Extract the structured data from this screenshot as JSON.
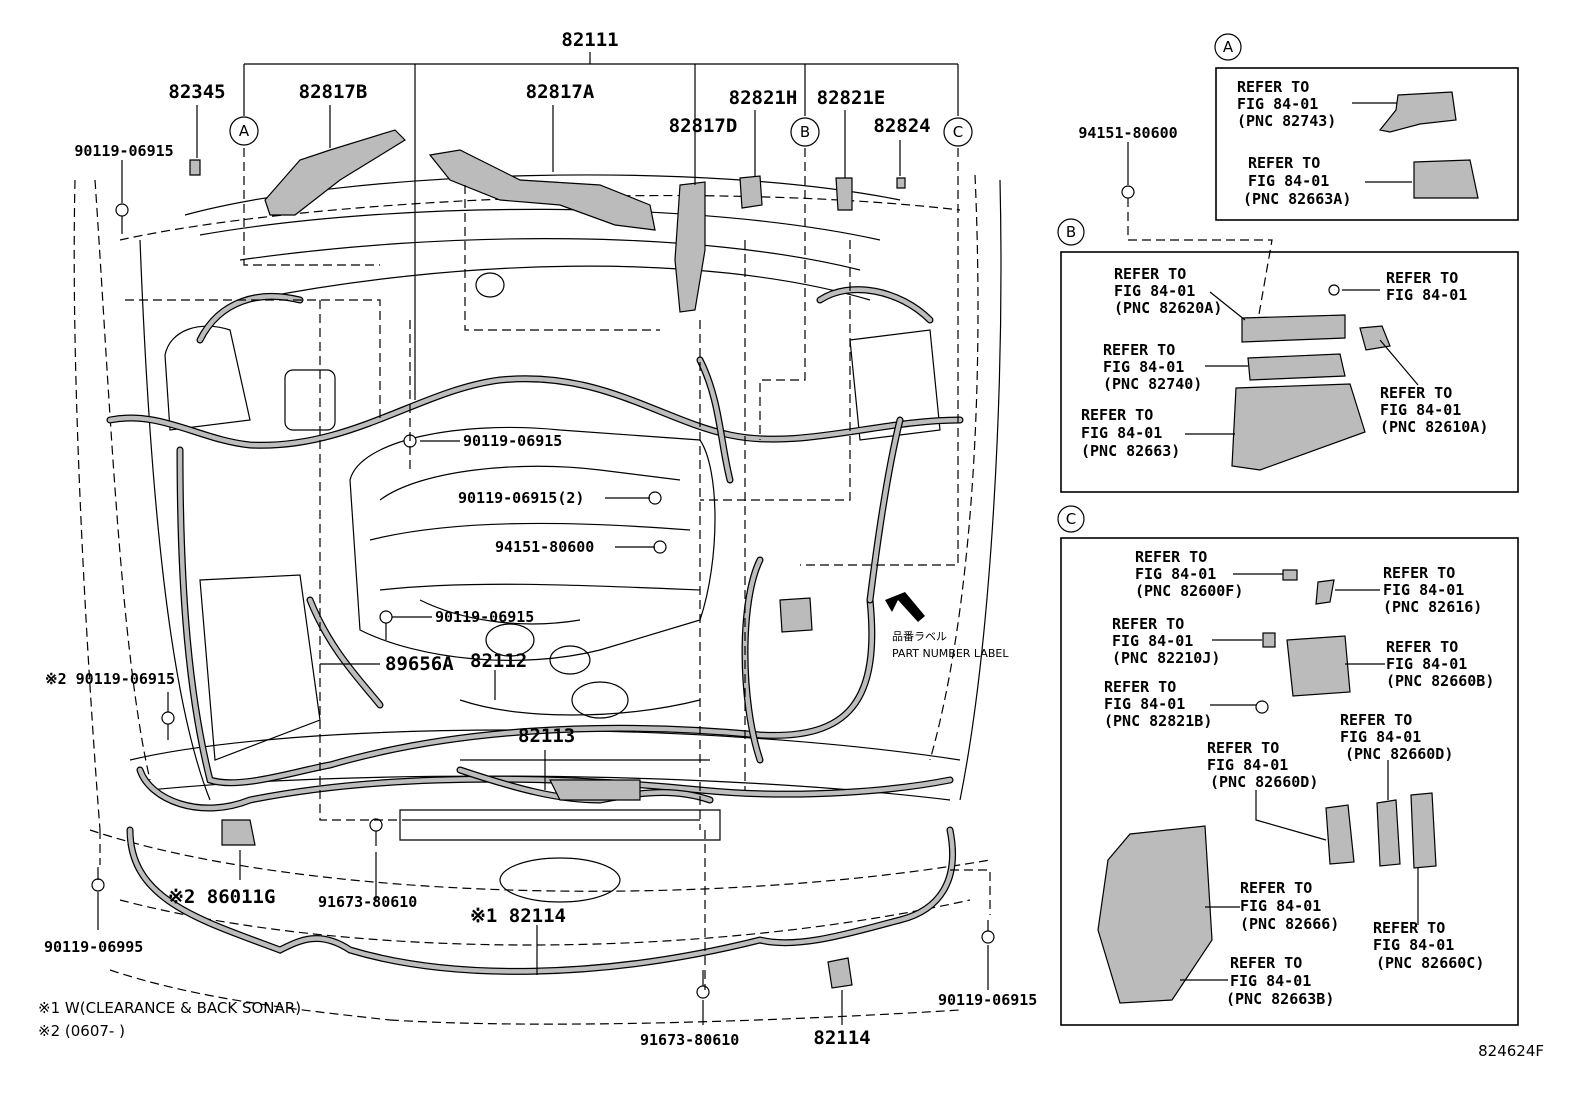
{
  "callouts": {
    "main": "82111",
    "p82345": "82345",
    "p82817B": "82817B",
    "p82817A": "82817A",
    "p82817D": "82817D",
    "p82821H": "82821H",
    "p82821E": "82821E",
    "p82824": "82824",
    "p94151_top": "94151-80600",
    "p90119_tl": "90119-06915",
    "p90119_c1": "90119-06915",
    "p90119_c2": "90119-06915(2)",
    "p94151_c": "94151-80600",
    "p90119_c3": "90119-06915",
    "p89656A": "89656A",
    "p82112": "82112",
    "p82113": "82113",
    "p90119_l2": "※2 90119-06915",
    "p86011G": "※2 86011G",
    "p91673_a": "91673-80610",
    "p82114_a": "※1 82114",
    "p90119_06995": "90119-06995",
    "p91673_b": "91673-80610",
    "p82114_b": "82114",
    "p90119_br": "90119-06915",
    "label_jp": "品番ラベル",
    "label_en": "PART NUMBER LABEL"
  },
  "marks": {
    "A": "A",
    "B": "B",
    "C": "C"
  },
  "notes": {
    "n1": "※1 W(CLEARANCE & BACK SONAR)",
    "n2": "※2 (0607-       )"
  },
  "figure_id": "824624F",
  "panel_a": [
    {
      "l1": "REFER TO",
      "l2": "FIG 84-01",
      "l3": "(PNC 82743)"
    },
    {
      "l1": "REFER TO",
      "l2": "FIG 84-01",
      "l3": "(PNC 82663A)"
    }
  ],
  "panel_b": [
    {
      "l1": "REFER TO",
      "l2": "FIG 84-01",
      "l3": "(PNC 82620A)"
    },
    {
      "l1": "REFER TO",
      "l2": "FIG 84-01",
      "l3": ""
    },
    {
      "l1": "REFER TO",
      "l2": "FIG 84-01",
      "l3": "(PNC 82740)"
    },
    {
      "l1": "REFER TO",
      "l2": "FIG 84-01",
      "l3": "(PNC 82610A)"
    },
    {
      "l1": "REFER TO",
      "l2": "FIG 84-01",
      "l3": "(PNC 82663)"
    }
  ],
  "panel_c": [
    {
      "l1": "REFER TO",
      "l2": "FIG 84-01",
      "l3": "(PNC 82600F)"
    },
    {
      "l1": "REFER TO",
      "l2": "FIG 84-01",
      "l3": "(PNC 82616)"
    },
    {
      "l1": "REFER TO",
      "l2": "FIG 84-01",
      "l3": "(PNC 82210J)"
    },
    {
      "l1": "REFER TO",
      "l2": "FIG 84-01",
      "l3": "(PNC 82660B)"
    },
    {
      "l1": "REFER TO",
      "l2": "FIG 84-01",
      "l3": "(PNC 82821B)"
    },
    {
      "l1": "REFER TO",
      "l2": "FIG 84-01",
      "l3": "(PNC 82660D)"
    },
    {
      "l1": "REFER TO",
      "l2": "FIG 84-01",
      "l3": "(PNC 82660D)"
    },
    {
      "l1": "REFER TO",
      "l2": "FIG 84-01",
      "l3": "(PNC 82666)"
    },
    {
      "l1": "REFER TO",
      "l2": "FIG 84-01",
      "l3": "(PNC 82660C)"
    },
    {
      "l1": "REFER TO",
      "l2": "FIG 84-01",
      "l3": "(PNC 82663B)"
    }
  ]
}
